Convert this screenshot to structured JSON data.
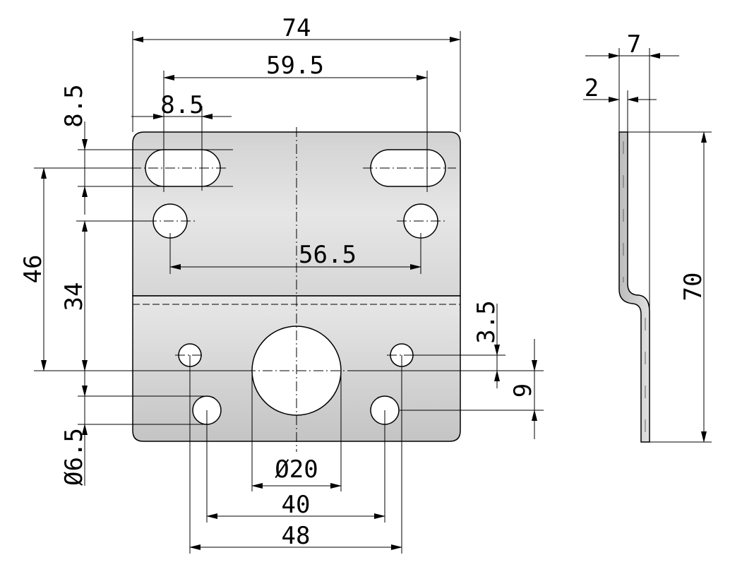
{
  "colors": {
    "plate_fill": "#cccccc",
    "plate_fill_light": "#e4e4e4",
    "line": "#000000",
    "background": "#ffffff"
  },
  "front_view": {
    "dims": {
      "overall_width": "74",
      "slot_spacing": "59.5",
      "slot_length": "8.5",
      "slot_width": "8.5",
      "height_46": "46",
      "height_34": "34",
      "upper_hole_spacing": "56.5",
      "offset_3_5": "3.5",
      "offset_9": "9",
      "hole_diameter": "Ø6.5",
      "center_hole_diameter": "Ø20",
      "lower_spacing_40": "40",
      "lower_spacing_48": "48"
    }
  },
  "side_view": {
    "dims": {
      "offset_7": "7",
      "thickness_2": "2",
      "height_70": "70"
    }
  }
}
